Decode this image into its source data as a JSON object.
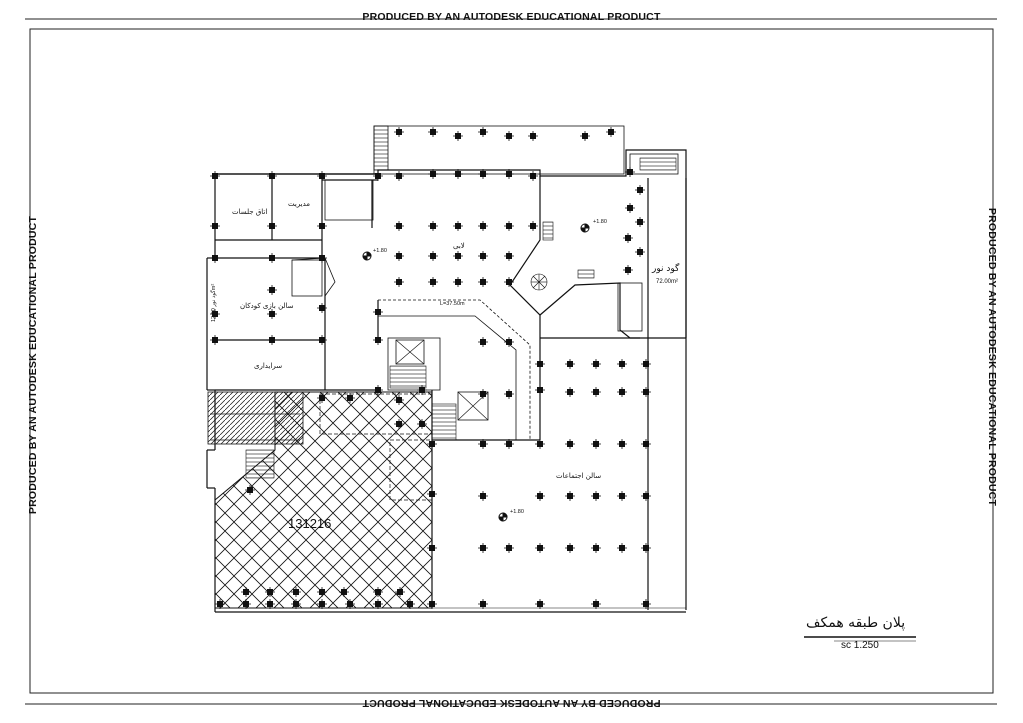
{
  "sheet": {
    "watermark": "PRODUCED BY AN AUTODESK EDUCATIONAL PRODUCT"
  },
  "plan": {
    "title": "پلان طبقه همکف",
    "scale": "sc 1.250",
    "hatched_area_label": "131216",
    "rooms": {
      "atag_jalasat": "اتاق جلسات",
      "modiriat": "مدیریت",
      "lobby": "لابی",
      "salon_bazi": "سالن بازی کودکان",
      "saraydari": "سرایداری",
      "salon_ejtemaat": "سالن اجتماعات",
      "gowd_noor": "گود نور",
      "gowd_noor_area": "72.00m²",
      "gowd_noor_left": "گود نور 12.50m²"
    },
    "dimensions": {
      "ramp_length": "L=37.50m",
      "level_1": "+1.80",
      "level_2": "+1.80",
      "level_3": "+1.80"
    }
  }
}
